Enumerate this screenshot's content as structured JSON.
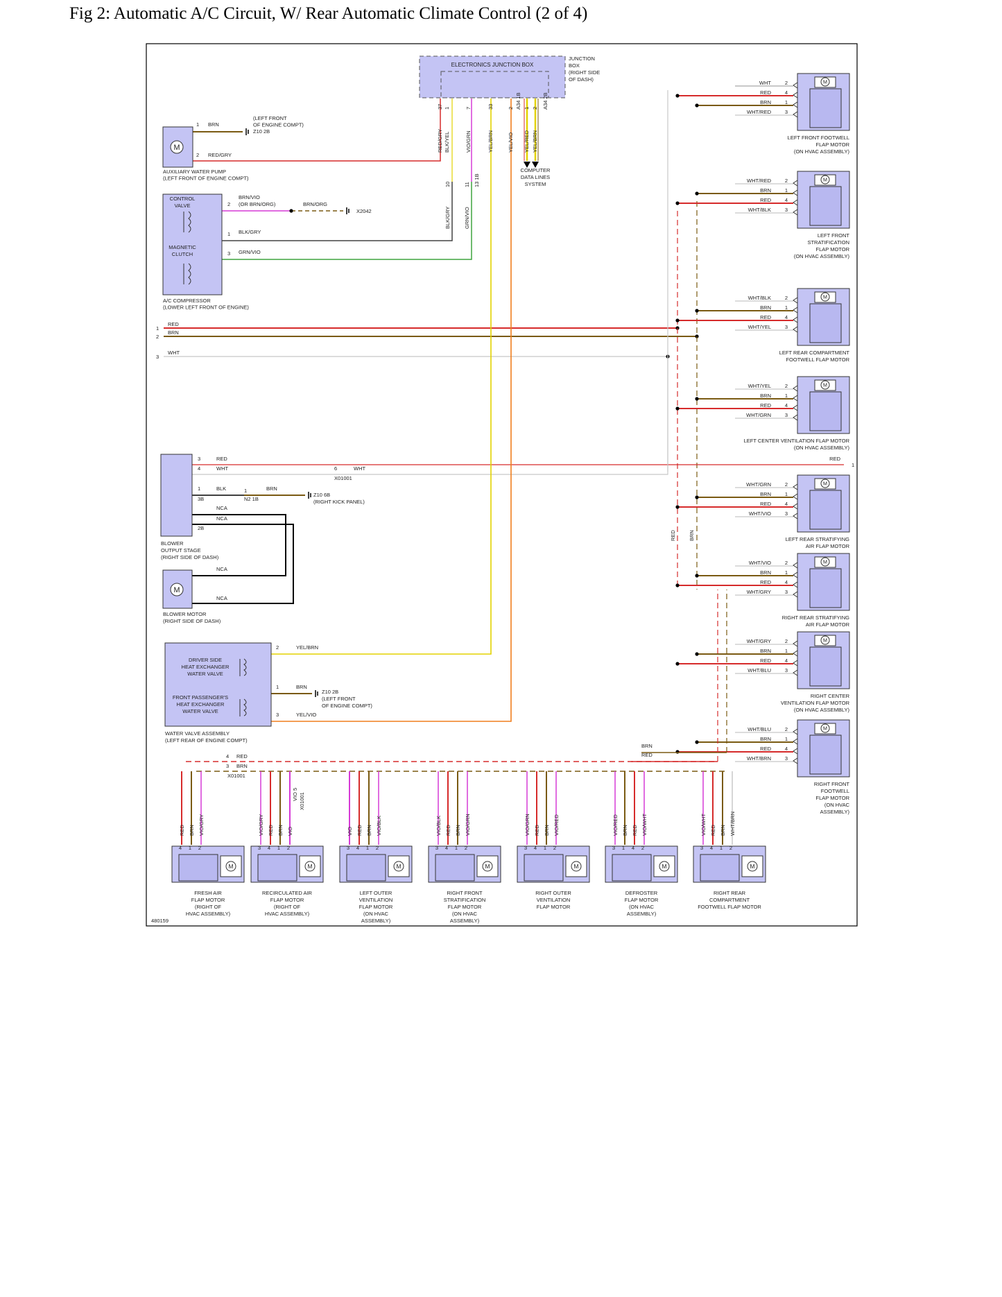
{
  "title": "Fig 2: Automatic A/C Circuit, W/ Rear Automatic Climate Control (2 of 4)",
  "figure_id": "480159",
  "colors": {
    "red": "#d62b2b",
    "brown": "#7a5a12",
    "white_wire": "#c8c8c8",
    "yellow": "#e3d200",
    "violet": "#d63ad6",
    "green": "#3fa33f",
    "orange": "#f07e1e",
    "black": "#000000",
    "blue": "#3355cc",
    "component_fill": "#c4c4f4"
  },
  "labels": {
    "ejb": "ELECTRONICS JUNCTION BOX",
    "jb_note": [
      "JUNCTION",
      "BOX",
      "(RIGHT SIDE",
      "OF DASH)"
    ],
    "computer_data": [
      "COMPUTER",
      "DATA LINES",
      "SYSTEM"
    ],
    "aux_pump": [
      "AUXILIARY WATER PUMP",
      "(LEFT FRONT OF ENGINE COMPT)"
    ],
    "aux_ground": [
      "(LEFT FRONT",
      "OF ENGINE COMPT)",
      "Z10 2B"
    ],
    "control_valve": [
      "CONTROL",
      "VALVE"
    ],
    "magnetic_clutch": [
      "MAGNETIC",
      "CLUTCH"
    ],
    "compressor": [
      "A/C COMPRESSOR",
      "(LOWER LEFT FRONT OF ENGINE)"
    ],
    "brn_vio_alt": [
      "BRN/VIO",
      "(OR BRN/ORG)"
    ],
    "x2042": "X2042",
    "blower_stage": [
      "BLOWER",
      "OUTPUT STAGE",
      "(RIGHT SIDE OF DASH)"
    ],
    "blower_motor": [
      "BLOWER MOTOR",
      "(RIGHT SIDE OF DASH)"
    ],
    "z10_6b": [
      "Z10 6B",
      "(RIGHT KICK PANEL)"
    ],
    "x01001": "X01001",
    "n2_1b": "N2 1B",
    "driver_valve": [
      "DRIVER SIDE",
      "HEAT EXCHANGER",
      "WATER VALVE"
    ],
    "pass_valve": [
      "FRONT PASSENGER'S",
      "HEAT EXCHANGER",
      "WATER VALVE"
    ],
    "water_valve_assy": [
      "WATER VALVE ASSEMBLY",
      "(LEFT REAR OF ENGINE COMPT)"
    ],
    "z10_2b": [
      "Z10 2B",
      "(LEFT FRONT",
      "OF ENGINE COMPT)"
    ]
  },
  "ejb_pins": [
    {
      "pin": "37",
      "wire": "RED/GRY"
    },
    {
      "pin": "1",
      "wire": "BLK/YEL"
    },
    {
      "pin": "7",
      "wire": "VIO/GRN"
    },
    {
      "pin": "33",
      "wire": "YEL/BRN"
    },
    {
      "pin": "2",
      "wire": "YEL/VIO"
    },
    {
      "pin": "A34 1B",
      "wire": ""
    },
    {
      "pin": "1",
      "wire": "YEL/RED"
    },
    {
      "pin": "2",
      "wire": "YEL/BRN"
    },
    {
      "pin": "A34 2B",
      "wire": ""
    }
  ],
  "conn_13_1b": {
    "pins": [
      "10",
      "11",
      "13 1B"
    ],
    "wires": [
      "BLK/GRY",
      "GRN/VIO"
    ]
  },
  "aux_wires": [
    {
      "pin": "1",
      "wire": "BRN"
    },
    {
      "pin": "2",
      "wire": "RED/GRY"
    }
  ],
  "comp_wires": [
    {
      "pin": "2",
      "wire": "BRN/ORG"
    },
    {
      "pin": "1",
      "wire": "BLK/GRY"
    },
    {
      "pin": "3",
      "wire": "GRN/VIO"
    }
  ],
  "left_bus": [
    {
      "num": "1",
      "wire": "RED"
    },
    {
      "num": "2",
      "wire": "BRN"
    },
    {
      "num": "3",
      "wire": "WHT"
    }
  ],
  "blower_wires": [
    {
      "pin": "3",
      "wire": "RED"
    },
    {
      "pin": "4",
      "wire": "WHT"
    },
    {
      "pin": "1",
      "wire": "BLK"
    },
    {
      "pin": "3B",
      "wire": "NCA"
    },
    {
      "pin": "2B",
      "wire": "NCA"
    }
  ],
  "blower_misc": {
    "wht6": "6",
    "wht6_wire": "WHT",
    "brn1": "1",
    "brn_wire": "BRN",
    "nca": "NCA",
    "red_end": "RED",
    "red_end_num": "1"
  },
  "water_valve_wires": [
    {
      "pin": "2",
      "wire": "YEL/BRN"
    },
    {
      "pin": "1",
      "wire": "BRN"
    },
    {
      "pin": "3",
      "wire": "YEL/VIO"
    }
  ],
  "right_motors": [
    {
      "name": [
        "LEFT FRONT FOOTWELL",
        "FLAP MOTOR",
        "(ON HVAC ASSEMBLY)"
      ],
      "wires": [
        [
          "WHT",
          "2"
        ],
        [
          "RED",
          "4"
        ],
        [
          "BRN",
          "1"
        ],
        [
          "WHT/RED",
          "3"
        ]
      ]
    },
    {
      "name": [
        "LEFT FRONT",
        "STRATIFICATION",
        "FLAP MOTOR",
        "(ON HVAC ASSEMBLY)"
      ],
      "wires": [
        [
          "WHT/RED",
          "2"
        ],
        [
          "BRN",
          "1"
        ],
        [
          "RED",
          "4"
        ],
        [
          "WHT/BLK",
          "3"
        ]
      ]
    },
    {
      "name": [
        "LEFT REAR COMPARTMENT",
        "FOOTWELL FLAP MOTOR"
      ],
      "wires": [
        [
          "WHT/BLK",
          "2"
        ],
        [
          "BRN",
          "1"
        ],
        [
          "RED",
          "4"
        ],
        [
          "WHT/YEL",
          "3"
        ]
      ]
    },
    {
      "name": [
        "LEFT CENTER VENTILATION FLAP MOTOR",
        "(ON HVAC ASSEMBLY)"
      ],
      "wires": [
        [
          "WHT/YEL",
          "2"
        ],
        [
          "BRN",
          "1"
        ],
        [
          "RED",
          "4"
        ],
        [
          "WHT/GRN",
          "3"
        ]
      ]
    },
    {
      "name": [
        "LEFT REAR STRATIFYING",
        "AIR FLAP MOTOR"
      ],
      "wires": [
        [
          "WHT/GRN",
          "2"
        ],
        [
          "BRN",
          "1"
        ],
        [
          "RED",
          "4"
        ],
        [
          "WHT/VIO",
          "3"
        ]
      ]
    },
    {
      "name": [
        "RIGHT REAR STRATIFYING",
        "AIR FLAP MOTOR"
      ],
      "wires": [
        [
          "WHT/VIO",
          "2"
        ],
        [
          "BRN",
          "1"
        ],
        [
          "RED",
          "4"
        ],
        [
          "WHT/GRY",
          "3"
        ]
      ]
    },
    {
      "name": [
        "RIGHT CENTER",
        "VENTILATION FLAP MOTOR",
        "(ON HVAC ASSEMBLY)"
      ],
      "wires": [
        [
          "WHT/GRY",
          "2"
        ],
        [
          "BRN",
          "1"
        ],
        [
          "RED",
          "4"
        ],
        [
          "WHT/BLU",
          "3"
        ]
      ]
    },
    {
      "name": [
        "RIGHT FRONT",
        "FOOTWELL",
        "FLAP MOTOR",
        "(ON HVAC",
        "ASSEMBLY)"
      ],
      "wires": [
        [
          "WHT/BLU",
          "2"
        ],
        [
          "BRN",
          "1"
        ],
        [
          "RED",
          "4"
        ],
        [
          "WHT/BRN",
          "3"
        ]
      ]
    }
  ],
  "vertical_bus_labels": [
    "RED",
    "BRN"
  ],
  "bottom_bus": {
    "red": "RED",
    "brn": "BRN",
    "pin4": "4",
    "pin3": "3",
    "conn": "X01001"
  },
  "bottom_motors": [
    {
      "name": [
        "FRESH AIR",
        "FLAP MOTOR",
        "(RIGHT OF",
        "HVAC ASSEMBLY)"
      ],
      "wires": [
        [
          "RED",
          "4"
        ],
        [
          "BRN",
          "1"
        ],
        [
          "VIO/GRY",
          "2"
        ]
      ]
    },
    {
      "name": [
        "RECIRCULATED AIR",
        "FLAP MOTOR",
        "(RIGHT OF",
        "HVAC ASSEMBLY)"
      ],
      "wires": [
        [
          "VIO/GRY",
          "3"
        ],
        [
          "RED",
          "4"
        ],
        [
          "BRN",
          "1"
        ],
        [
          "VIO",
          "2"
        ]
      ]
    },
    {
      "name": [
        "LEFT OUTER",
        "VENTILATION",
        "FLAP MOTOR",
        "(ON HVAC",
        "ASSEMBLY)"
      ],
      "wires": [
        [
          "VIO",
          "3"
        ],
        [
          "RED",
          "4"
        ],
        [
          "BRN",
          "1"
        ],
        [
          "VIO/BLK",
          "2"
        ]
      ]
    },
    {
      "name": [
        "RIGHT FRONT",
        "STRATIFICATION",
        "FLAP MOTOR",
        "(ON HVAC",
        "ASSEMBLY)"
      ],
      "wires": [
        [
          "VIO/BLK",
          "3"
        ],
        [
          "RED",
          "4"
        ],
        [
          "BRN",
          "1"
        ],
        [
          "VIO/GRN",
          "2"
        ]
      ]
    },
    {
      "name": [
        "RIGHT OUTER",
        "VENTILATION",
        "FLAP MOTOR"
      ],
      "wires": [
        [
          "VIO/GRN",
          "3"
        ],
        [
          "RED",
          "4"
        ],
        [
          "BRN",
          "1"
        ],
        [
          "VIO/RED",
          "2"
        ]
      ]
    },
    {
      "name": [
        "DEFROSTER",
        "FLAP MOTOR",
        "(ON HVAC",
        "ASSEMBLY)"
      ],
      "wires": [
        [
          "VIO/RED",
          "3"
        ],
        [
          "BRN",
          "1"
        ],
        [
          "RED",
          "4"
        ],
        [
          "VIO/WHT",
          "2"
        ]
      ]
    },
    {
      "name": [
        "RIGHT REAR",
        "COMPARTMENT",
        "FOOTWELL FLAP MOTOR"
      ],
      "wires": [
        [
          "VIO/WHT",
          "3"
        ],
        [
          "RED",
          "4"
        ],
        [
          "BRN",
          "1"
        ],
        [
          "WHT/BRN",
          "2"
        ]
      ]
    }
  ],
  "recirc_extra": [
    "5",
    "VIO",
    "X01001"
  ],
  "motor_symbol": "M"
}
